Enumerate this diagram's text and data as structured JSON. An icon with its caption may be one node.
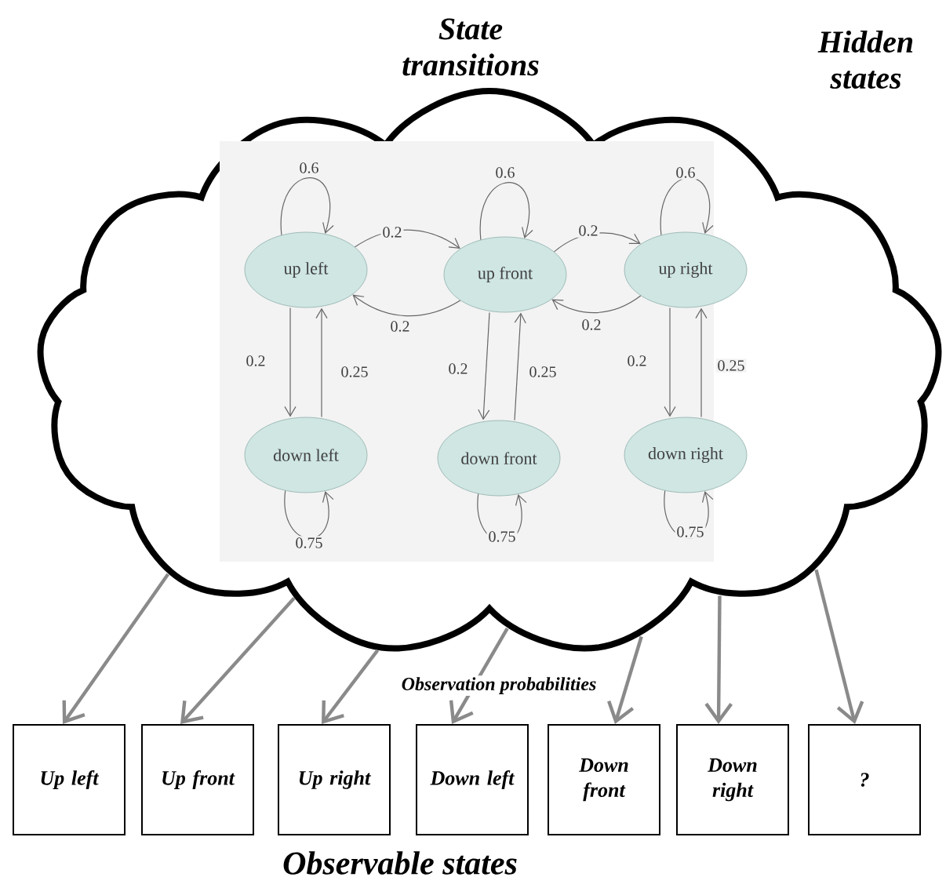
{
  "diagram": {
    "nodes": [
      {
        "text": [
          "State transitions",
          "Hidden states"
        ]
      },
      {
        "text": [
          "up left"
        ],
        "in": 0
      },
      {
        "text": [
          "up front"
        ],
        "in": 0
      },
      {
        "text": [
          "up right"
        ],
        "in": 0
      },
      {
        "text": [
          "down left"
        ],
        "in": 0
      },
      {
        "text": [
          "down front"
        ],
        "in": 0
      },
      {
        "text": [
          "down right"
        ],
        "in": 0
      },
      {
        "text": [
          "Up left"
        ]
      },
      {
        "text": [
          "Up front"
        ]
      },
      {
        "text": [
          "Up right"
        ]
      },
      {
        "text": [
          "Down left"
        ]
      },
      {
        "text": [
          "Down front"
        ]
      },
      {
        "text": [
          "Down right"
        ]
      },
      {
        "text": [
          "?"
        ]
      }
    ],
    "edges": [
      {
        "from": 1,
        "to": 1,
        "arrow": "to",
        "label": "0.6"
      },
      {
        "from": 2,
        "to": 2,
        "arrow": "to",
        "label": "0.6"
      },
      {
        "from": 3,
        "to": 3,
        "arrow": "to",
        "label": "0.6"
      },
      {
        "from": 1,
        "to": 2,
        "arrow": "to",
        "label": "0.2"
      },
      {
        "from": 2,
        "to": 1,
        "arrow": "to",
        "label": "0.2"
      },
      {
        "from": 2,
        "to": 3,
        "arrow": "to",
        "label": "0.2"
      },
      {
        "from": 3,
        "to": 2,
        "arrow": "to",
        "label": "0.2"
      },
      {
        "from": 1,
        "to": 4,
        "arrow": "to",
        "label": "0.2"
      },
      {
        "from": 4,
        "to": 1,
        "arrow": "to",
        "label": "0.25"
      },
      {
        "from": 2,
        "to": 5,
        "arrow": "to",
        "label": "0.2"
      },
      {
        "from": 5,
        "to": 2,
        "arrow": "to",
        "label": "0.25"
      },
      {
        "from": 3,
        "to": 6,
        "arrow": "to",
        "label": "0.2"
      },
      {
        "from": 6,
        "to": 3,
        "arrow": "to",
        "label": "0.25"
      },
      {
        "from": 4,
        "to": 4,
        "arrow": "to",
        "label": "0.75"
      },
      {
        "from": 5,
        "to": 5,
        "arrow": "to",
        "label": "0.75"
      },
      {
        "from": 6,
        "to": 6,
        "arrow": "to",
        "label": "0.75"
      },
      {
        "from": 0,
        "to": 7,
        "arrow": "to",
        "style": "thick",
        "color": "#8a8a8a"
      },
      {
        "from": 0,
        "to": 8,
        "arrow": "to",
        "style": "thick",
        "color": "#8a8a8a"
      },
      {
        "from": 0,
        "to": 9,
        "arrow": "to",
        "style": "thick",
        "color": "#8a8a8a"
      },
      {
        "from": 0,
        "to": 10,
        "arrow": "to",
        "style": "thick",
        "color": "#8a8a8a"
      },
      {
        "from": 0,
        "to": 11,
        "arrow": "to",
        "style": "thick",
        "color": "#8a8a8a"
      },
      {
        "from": 0,
        "to": 12,
        "arrow": "to",
        "style": "thick",
        "color": "#8a8a8a"
      },
      {
        "from": 0,
        "to": 13,
        "arrow": "to",
        "style": "thick",
        "color": "#8a8a8a"
      }
    ],
    "labels": [
      "Observation probabilities",
      "Observable states"
    ]
  }
}
